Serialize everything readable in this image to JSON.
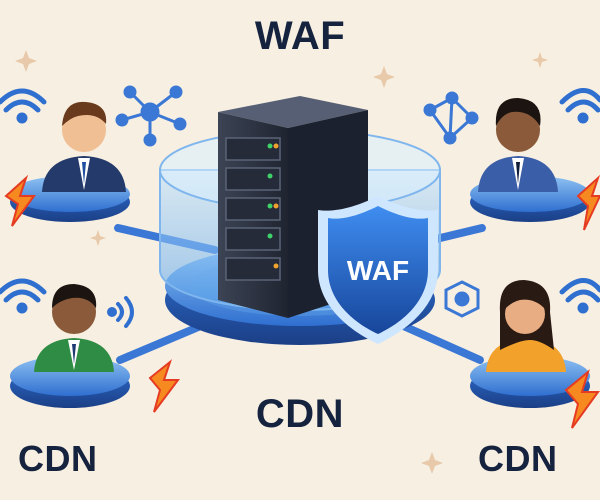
{
  "title": "WAF",
  "shield_text": "WAF",
  "labels": {
    "center": "CDN",
    "bottom_left": "CDN",
    "bottom_right": "CDN"
  },
  "colors": {
    "background": "#f7efe1",
    "text_dark": "#15233f",
    "platform_blue": "#2f6fd0",
    "server_dark": "#2b3140",
    "shield_blue": "#1e5fc2",
    "lightning_orange": "#f6891f",
    "lightning_red": "#e63b23"
  },
  "icons": [
    "wifi-icon",
    "network-node-icon",
    "lightning-icon",
    "server-icon",
    "shield-icon",
    "person-avatar",
    "sparkle-icon"
  ]
}
